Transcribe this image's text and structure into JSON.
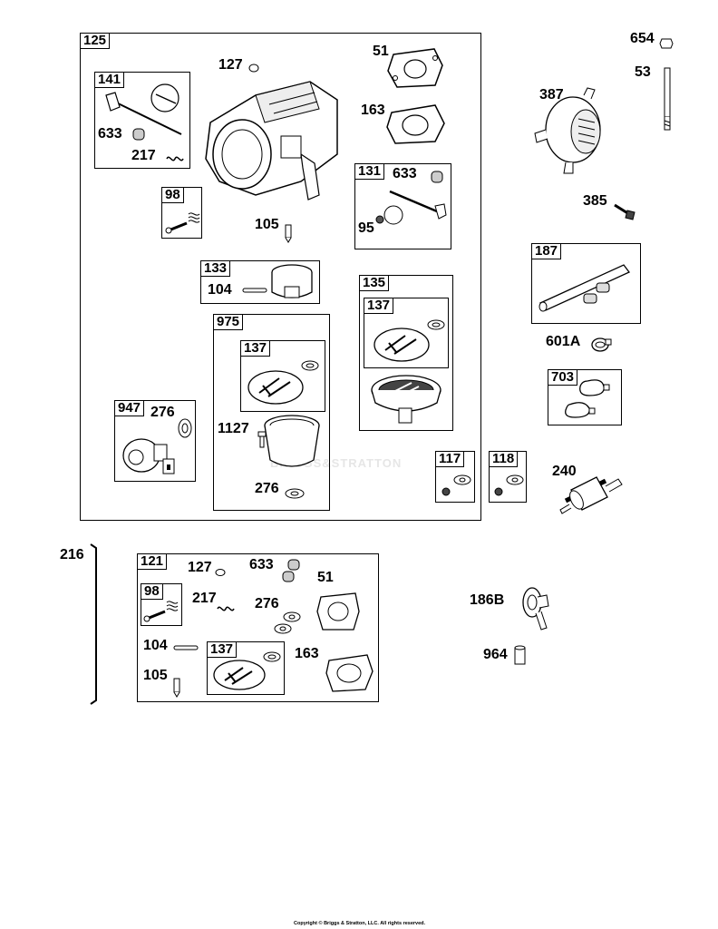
{
  "watermark": "BRIGGS&STRATTON",
  "copyright": "Copyright © Briggs & Stratton, LLC. All rights reserved.",
  "boxes": {
    "b125": "125",
    "b141": "141",
    "b98": "98",
    "b133": "133",
    "b131": "131",
    "b135": "135",
    "b137a": "137",
    "b975": "975",
    "b137b": "137",
    "b947": "947",
    "b117": "117",
    "b118": "118",
    "b187": "187",
    "b703": "703",
    "b121": "121",
    "b98b": "98",
    "b137c": "137"
  },
  "labels": {
    "l127": "127",
    "l51": "51",
    "l163": "163",
    "l633": "633",
    "l217": "217",
    "l105": "105",
    "l633b": "633",
    "l95": "95",
    "l104": "104",
    "l276": "276",
    "l1127": "1127",
    "l276b": "276",
    "l654": "654",
    "l53": "53",
    "l387": "387",
    "l385": "385",
    "l601A": "601A",
    "l240": "240",
    "l216": "216",
    "l127b": "127",
    "l633c": "633",
    "l51b": "51",
    "l217b": "217",
    "l276c": "276",
    "l104b": "104",
    "l163b": "163",
    "l105b": "105",
    "l186B": "186B",
    "l964": "964"
  }
}
